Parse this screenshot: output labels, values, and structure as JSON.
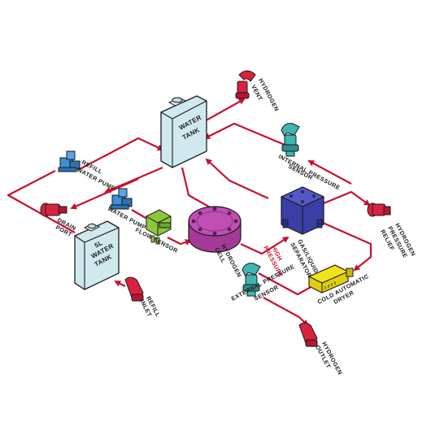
{
  "colors": {
    "pipe": "#c8102e",
    "tank": "#cfe9ef",
    "pump": "#3d8fd6",
    "sensor": "#3fb6b0",
    "flow_sensor": "#8cc63f",
    "cell": "#c04fb4",
    "separator": "#3a3fa6",
    "dryer": "#f2e21a",
    "connector": "#d9223f"
  },
  "labels": {
    "water_tank": [
      "WATER",
      "TANK"
    ],
    "tank_5l": [
      "5L",
      "WATER",
      "TANK"
    ],
    "hydrogen_vent": [
      "HYDROGEN",
      "VENT"
    ],
    "internal_pressure_sensor": [
      "INTERNAL PRESSURE",
      "SENSOR"
    ],
    "refill_water_pump": [
      "REFILL",
      "WATER PUMP"
    ],
    "drain_port": [
      "DRAIN",
      "PORT"
    ],
    "water_pump": "WATER PUMP",
    "flow_sensor": "FLOW SENSOR",
    "hydrogen_cell": [
      "HYDROGEN",
      "CELL"
    ],
    "gas_liquid_separator": [
      "GAS/LIQUID",
      "SEPARATOR"
    ],
    "hydrogen_pressure_relief": [
      "HYDROGEN",
      "PRESSURE",
      "RELIEF"
    ],
    "high_pressure": [
      "HIGH",
      "PRESSURE"
    ],
    "refill_inlet": [
      "REFILL",
      "INLET"
    ],
    "external_pressure_sensor": [
      "EXTERNAL PRESSURE",
      "SENSOR"
    ],
    "cold_automatic_dryer": [
      "COLD AUTOMATIC",
      "DRYER"
    ],
    "hydrogen_outlet": [
      "HYDROGEN",
      "OUTLET"
    ]
  }
}
